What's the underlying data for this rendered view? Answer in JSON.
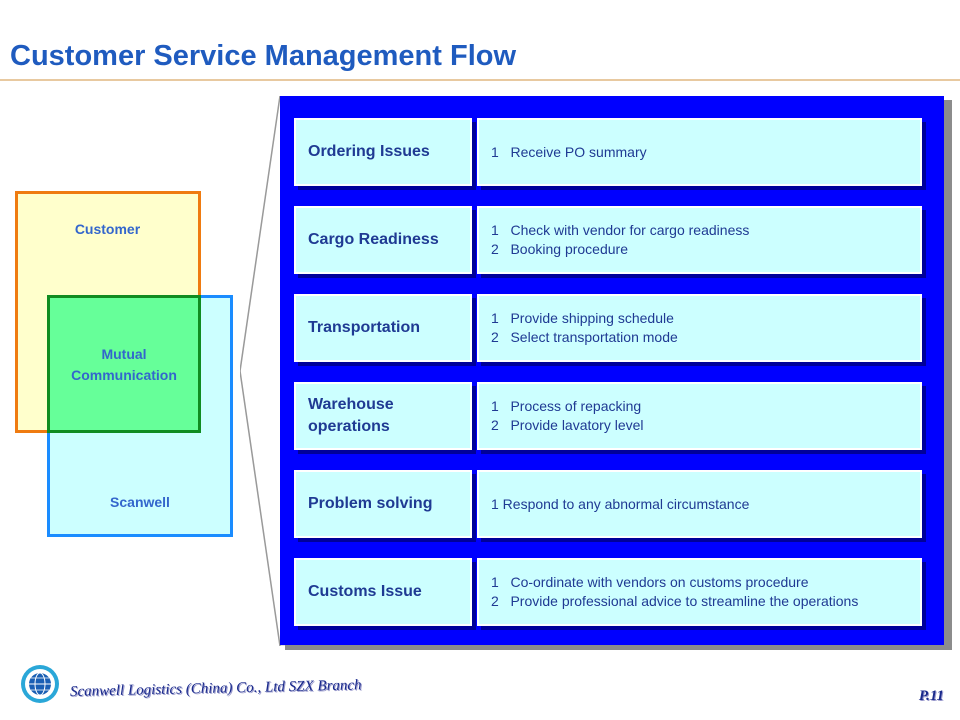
{
  "title": "Customer Service Management Flow",
  "venn": {
    "customer": "Customer",
    "mutual_line1": "Mutual",
    "mutual_line2": "Communication",
    "scanwell": "Scanwell"
  },
  "rows": [
    {
      "category": "Ordering Issues",
      "items": [
        "1   Receive PO summary"
      ]
    },
    {
      "category": "Cargo Readiness",
      "items": [
        "1   Check with vendor for cargo readiness",
        "2   Booking procedure"
      ]
    },
    {
      "category": "Transportation",
      "items": [
        "1   Provide shipping schedule",
        "2   Select transportation mode"
      ]
    },
    {
      "category_line1": "Warehouse",
      "category_line2": "operations",
      "items": [
        "1   Process of repacking",
        "2   Provide lavatory level"
      ]
    },
    {
      "category": "Problem solving",
      "items": [
        "1 Respond to any abnormal circumstance"
      ]
    },
    {
      "category": "Customs Issue",
      "items": [
        "1   Co-ordinate with vendors on customs procedure",
        "2   Provide professional advice to streamline the operations"
      ]
    }
  ],
  "footer": {
    "company": "Scanwell Logistics (China) Co., Ltd  SZX Branch",
    "page": "P.11"
  },
  "colors": {
    "title": "#1f5bbf",
    "panel": "#0000ff",
    "cell": "#ccffff",
    "customer_fill": "#ffffcc",
    "customer_border": "#ef7b10",
    "scanwell_fill": "#ccffff",
    "scanwell_border": "#1a8cff",
    "mutual_fill": "#66ff99",
    "mutual_border": "#108c21"
  }
}
